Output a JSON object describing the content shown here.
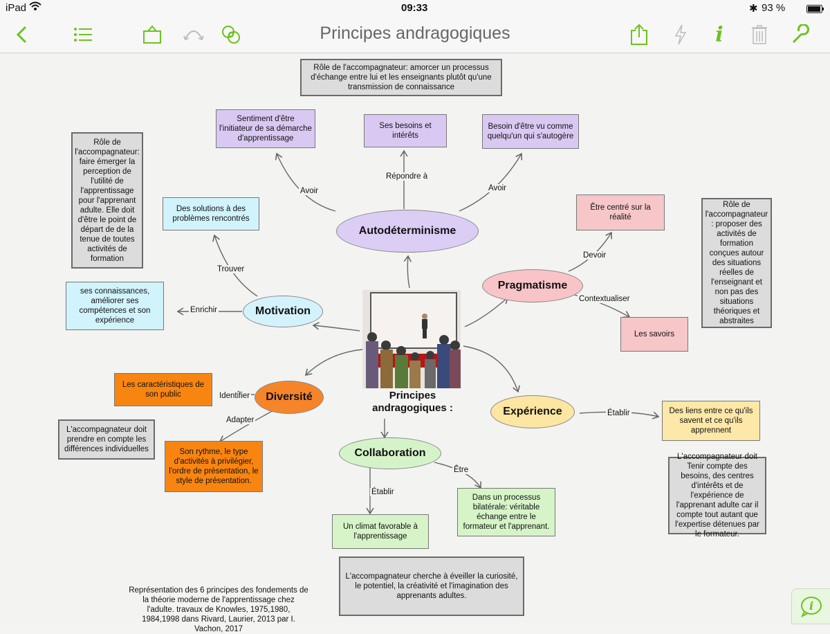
{
  "status_bar": {
    "device": "iPad",
    "time": "09:33",
    "battery": "93 %"
  },
  "toolbar": {
    "title": "Principes andragogiques",
    "icons": [
      "back-icon",
      "outline-icon",
      "document-icon",
      "redo-icon",
      "style-icon",
      "share-icon",
      "lightning-icon",
      "info-icon",
      "trash-icon",
      "wrench-icon"
    ],
    "accent_color": "#6cc21f"
  },
  "map": {
    "central": {
      "title": "Principes andragogiques :"
    },
    "nodes": {
      "autodeterminisme": "Autodéterminisme",
      "motivation": "Motivation",
      "pragmatisme": "Pragmatisme",
      "diversite": "Diversité",
      "experience": "Expérience",
      "collaboration": "Collaboration"
    },
    "labels": {
      "avoir1": "Avoir",
      "repondre": "Répondre à",
      "avoir2": "Avoir",
      "trouver": "Trouver",
      "enrichir": "Enrichir",
      "devoir": "Devoir",
      "contextualiser": "Contextualiser",
      "identifier": "Identifier",
      "adapter": "Adapter",
      "etablir1": "Établir",
      "etablir2": "Établir",
      "etre": "Être"
    },
    "boxes": {
      "role_top": "Rôle de l'accompagnateur: amorcer un processus d'échange entre lui et les enseignants plutôt qu'une transmission de connaissance",
      "initiateur": "Sentiment d'être l'initiateur de sa démarche d'apprentissage",
      "besoins": "Ses besoins et intérêts",
      "autogere": "Besoin d'être vu comme quelqu'un qui s'autogère",
      "role_left": "Rôle de l'accompagnateur: faire émerger la perception de l'utilité de l'apprentissage pour l'apprenant adulte. Elle doit d'être le point de départ de de la tenue de toutes activités de formation",
      "solutions": "Des solutions à des problèmes rencontrés",
      "connaissances": "ses connaissances, améliorer ses compétences et son expérience",
      "realite": "Être centré sur la réalité",
      "role_right": "Rôle de l'accompagnateur : proposer des activités de formation conçues autour des situations réelles de l'enseignant et non pas des situations théoriques et abstraites",
      "savoirs": "Les savoirs",
      "caracteristiques": "Les caractéristiques de son public",
      "differences": "L'accompagnateur doit prendre en compte les différences individuelles",
      "rythme": "Son rythme, le type d'activités à privilégier, l'ordre de présentation, le style de présentation.",
      "liens": "Des liens entre ce qu'ils savent et ce qu'ils apprennent",
      "besoins_exp": "L'accompagnateur doit Tenir compte des besoins, des centres d'intérêts et de l'expérience de l'apprenant adulte car il compte tout autant que l'expertise détenues par le formateur.",
      "bilaterale": "Dans un processus bilatérale: véritable échange entre le formateur et l'apprenant.",
      "climat": "Un climat favorable à l'apprentissage",
      "curiosite": "L'accompagnateur cherche  à éveiller la curiosité, le potentiel, la créativité et l'imagination des apprenants adultes."
    },
    "caption": "Représentation des 6 principes des fondements de la théorie moderne de l'apprentissage chez l'adulte. travaux de Knowles, 1975,1980, 1984,1998 dans Rivard, Laurier, 2013 par I. Vachon, 2017"
  }
}
